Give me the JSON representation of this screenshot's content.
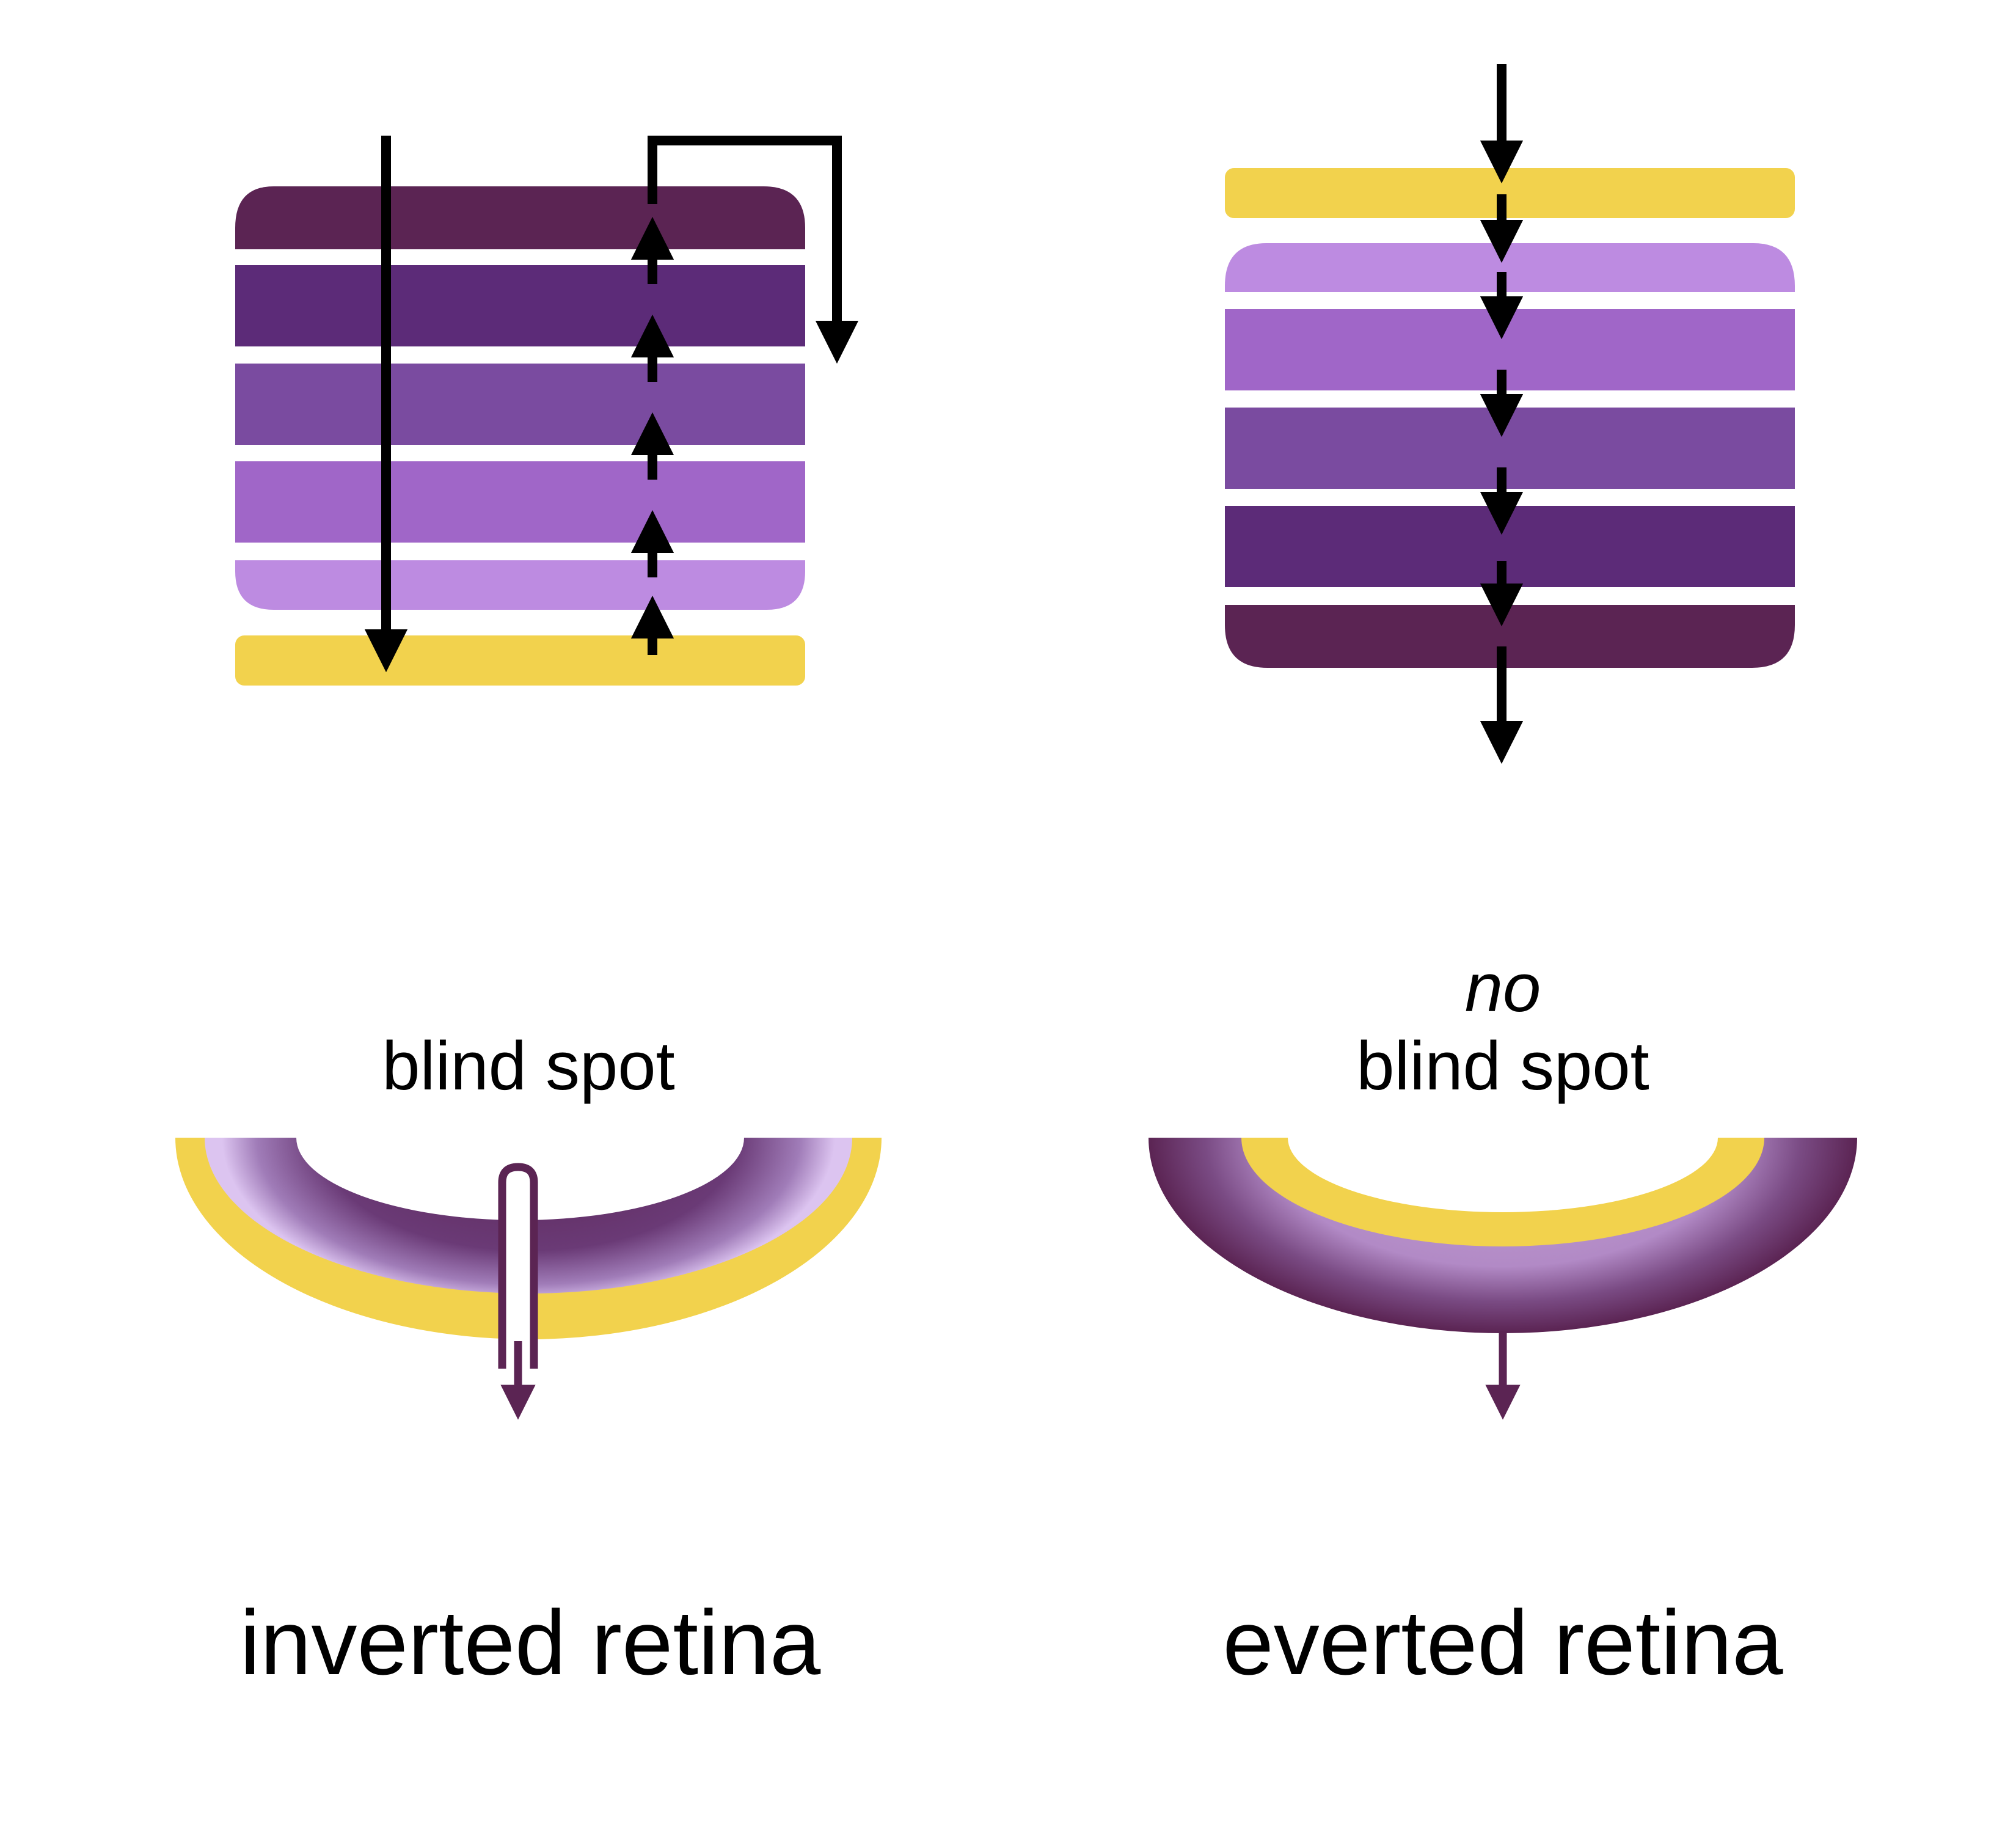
{
  "colors": {
    "layer_darkest": "#5b2453",
    "layer_dark": "#5c2b78",
    "layer_mid": "#7a4ba0",
    "layer_light": "#a066c8",
    "layer_lightest": "#bd8be1",
    "pigment_yellow": "#f2d24d",
    "pale_lavender": "#dcc4f0",
    "arrow_black": "#000000",
    "arrow_purple": "#5b2453"
  },
  "inverted": {
    "caption": "blind spot",
    "title": "inverted retina"
  },
  "everted": {
    "caption_top": "no",
    "caption": "blind spot",
    "title": "everted retina"
  }
}
